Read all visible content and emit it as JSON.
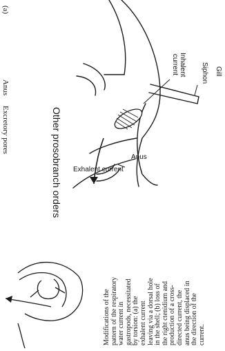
{
  "panel_label": "(a)",
  "pore_labels": [
    "Anus",
    "Excretory pores"
  ],
  "section_title": "Other prosobranch orders",
  "diagram_labels": {
    "exhalent": "Exhalent current",
    "anus": "Anus",
    "siphon": "Siphon",
    "inhalent_1": "Inhalent",
    "inhalent_2": "current",
    "gill": "Gill"
  },
  "caption_lines": [
    "Modifications of the",
    "pattern of the respiratory",
    "water current in",
    "gastropods, necessitated",
    "by torsion: (a) the",
    "exhalent current",
    "leaving via a dorsal hole",
    "in the shell; (b) loss of",
    "the right ctenidium and",
    "production of a cross-",
    "directed current, the",
    "anus being displaced in",
    "the direction of the",
    "current."
  ]
}
